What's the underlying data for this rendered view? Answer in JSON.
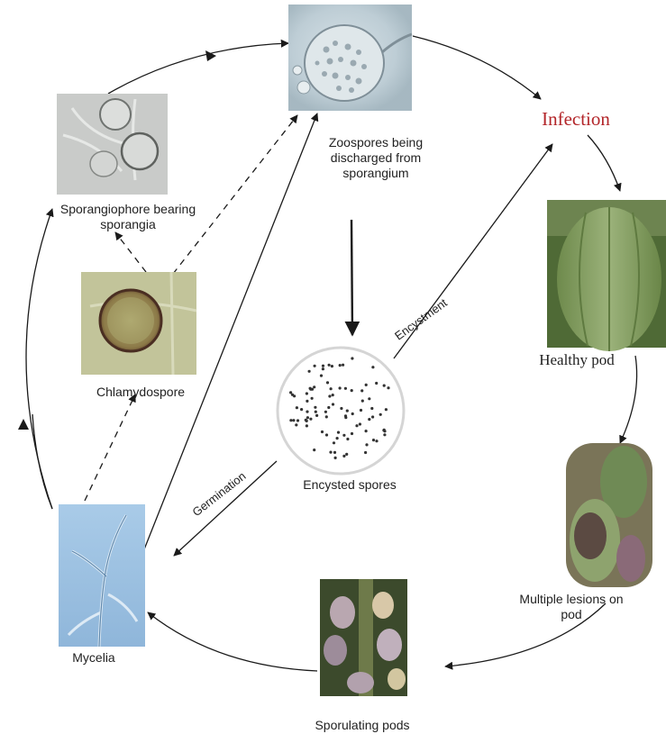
{
  "stages": {
    "zoospores": "Zoospores being discharged from sporangium",
    "infection": "Infection",
    "healthy_pod": "Healthy pod",
    "lesions": "Multiple lesions on pod",
    "sporulating": "Sporulating pods",
    "mycelia": "Mycelia",
    "chlamydospore": "Chlamydospore",
    "sporangiophore": "Sporangiophore bearing sporangia",
    "encysted": "Encysted spores"
  },
  "transitions": {
    "encystment": "Encystment",
    "germination": "Germination"
  },
  "colors": {
    "infection_text": "#b3262a",
    "arrow": "#1a1a1a"
  }
}
